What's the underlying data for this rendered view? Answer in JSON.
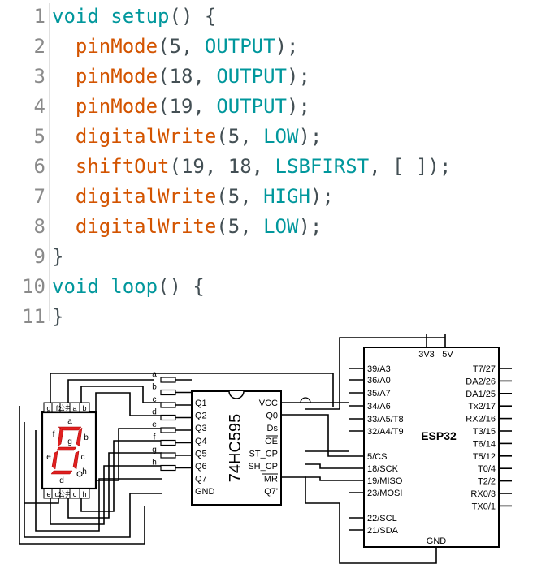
{
  "code": {
    "lines": [
      {
        "num": "1",
        "tokens": [
          {
            "t": "void",
            "c": "kw"
          },
          {
            "t": " ",
            "c": "pn"
          },
          {
            "t": "setup",
            "c": "kw"
          },
          {
            "t": "() {",
            "c": "pn"
          }
        ]
      },
      {
        "num": "2",
        "tokens": [
          {
            "t": "  ",
            "c": "pn"
          },
          {
            "t": "pinMode",
            "c": "fn"
          },
          {
            "t": "(5, ",
            "c": "pn"
          },
          {
            "t": "OUTPUT",
            "c": "cst"
          },
          {
            "t": ");",
            "c": "pn"
          }
        ]
      },
      {
        "num": "3",
        "tokens": [
          {
            "t": "  ",
            "c": "pn"
          },
          {
            "t": "pinMode",
            "c": "fn"
          },
          {
            "t": "(18, ",
            "c": "pn"
          },
          {
            "t": "OUTPUT",
            "c": "cst"
          },
          {
            "t": ");",
            "c": "pn"
          }
        ]
      },
      {
        "num": "4",
        "tokens": [
          {
            "t": "  ",
            "c": "pn"
          },
          {
            "t": "pinMode",
            "c": "fn"
          },
          {
            "t": "(19, ",
            "c": "pn"
          },
          {
            "t": "OUTPUT",
            "c": "cst"
          },
          {
            "t": ");",
            "c": "pn"
          }
        ]
      },
      {
        "num": "5",
        "tokens": [
          {
            "t": "  ",
            "c": "pn"
          },
          {
            "t": "digitalWrite",
            "c": "fn"
          },
          {
            "t": "(5, ",
            "c": "pn"
          },
          {
            "t": "LOW",
            "c": "cst"
          },
          {
            "t": ");",
            "c": "pn"
          }
        ]
      },
      {
        "num": "6",
        "tokens": [
          {
            "t": "  ",
            "c": "pn"
          },
          {
            "t": "shiftOut",
            "c": "fn"
          },
          {
            "t": "(19, 18, ",
            "c": "pn"
          },
          {
            "t": "LSBFIRST",
            "c": "cst"
          },
          {
            "t": ", [ ]);",
            "c": "pn"
          }
        ]
      },
      {
        "num": "7",
        "tokens": [
          {
            "t": "  ",
            "c": "pn"
          },
          {
            "t": "digitalWrite",
            "c": "fn"
          },
          {
            "t": "(5, ",
            "c": "pn"
          },
          {
            "t": "HIGH",
            "c": "cst"
          },
          {
            "t": ");",
            "c": "pn"
          }
        ]
      },
      {
        "num": "8",
        "tokens": [
          {
            "t": "  ",
            "c": "pn"
          },
          {
            "t": "digitalWrite",
            "c": "fn"
          },
          {
            "t": "(5, ",
            "c": "pn"
          },
          {
            "t": "LOW",
            "c": "cst"
          },
          {
            "t": ");",
            "c": "pn"
          }
        ]
      },
      {
        "num": "9",
        "tokens": [
          {
            "t": "}",
            "c": "pn"
          }
        ]
      },
      {
        "num": "10",
        "tokens": [
          {
            "t": "void",
            "c": "kw"
          },
          {
            "t": " ",
            "c": "pn"
          },
          {
            "t": "loop",
            "c": "kw"
          },
          {
            "t": "() {",
            "c": "pn"
          }
        ]
      },
      {
        "num": "11",
        "tokens": [
          {
            "t": "}",
            "c": "pn"
          }
        ]
      }
    ]
  },
  "colors": {
    "keyword": "#00979c",
    "function": "#d35400",
    "constant": "#00979c",
    "punctuation": "#434f54",
    "line_number": "#8a8a8a",
    "segment": "#e02020"
  },
  "display": {
    "top_pins": [
      "g",
      "f",
      "公共",
      "a",
      "b"
    ],
    "bottom_pins": [
      "e",
      "d",
      "公共",
      "c",
      "h"
    ],
    "segments": [
      "a",
      "b",
      "c",
      "d",
      "e",
      "f",
      "g",
      "h"
    ]
  },
  "resistor_labels": [
    "a",
    "b",
    "c",
    "d",
    "e",
    "f",
    "g",
    "h"
  ],
  "shift_register": {
    "name": "74HC595",
    "left_pins": [
      "Q1",
      "Q2",
      "Q3",
      "Q4",
      "Q5",
      "Q6",
      "Q7",
      "GND"
    ],
    "right_pins": [
      "VCC",
      "Q0",
      "Ds",
      "OE",
      "ST_CP",
      "SH_CP",
      "MR",
      "Q7'"
    ]
  },
  "esp32": {
    "name": "ESP32",
    "top_pins": [
      "3V3",
      "5V"
    ],
    "left_pins": [
      "39/A3",
      "36/A0",
      "35/A7",
      "34/A6",
      "33/A5/T8",
      "32/A4/T9",
      "5/CS",
      "18/SCK",
      "19/MISO",
      "23/MOSI",
      "22/SCL",
      "21/SDA"
    ],
    "right_pins": [
      "T7/27",
      "DA2/26",
      "DA1/25",
      "Tx2/17",
      "RX2/16",
      "T3/15",
      "T6/14",
      "T5/12",
      "T0/4",
      "T2/2",
      "RX0/3",
      "TX0/1"
    ],
    "bottom_pin": "GND"
  }
}
